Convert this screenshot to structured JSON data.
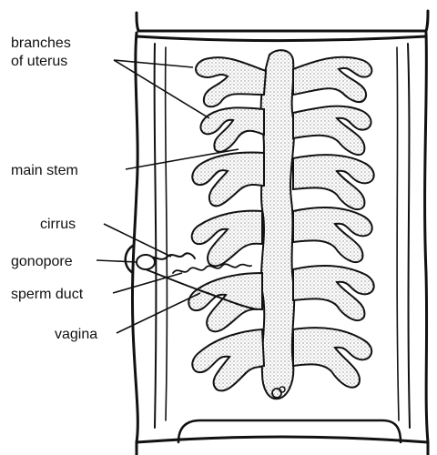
{
  "labels": {
    "branches_line1": "branches",
    "branches_line2": "of uterus",
    "main_stem": "main stem",
    "cirrus": "cirrus",
    "gonopore": "gonopore",
    "sperm_duct": "sperm duct",
    "vagina": "vagina"
  },
  "colors": {
    "ink": "#111111",
    "stipple": "#c9c9c9",
    "paper": "#ffffff"
  }
}
